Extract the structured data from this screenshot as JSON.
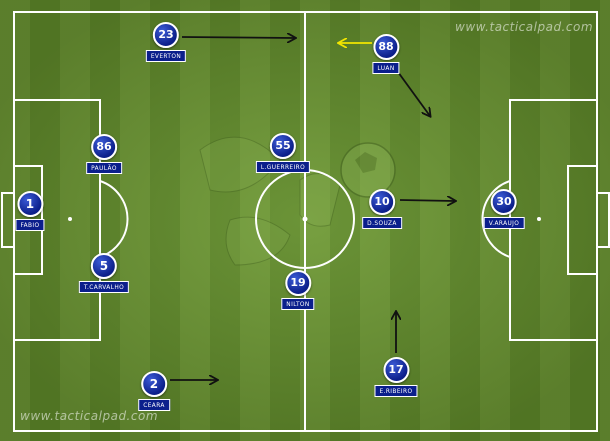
{
  "watermark_top": "www.tacticalpad.com",
  "watermark_bottom": "www.tacticalpad.com",
  "colors": {
    "player_fill": "#0b1f8c",
    "player_border": "#ffffff",
    "arrow_default": "#111111",
    "arrow_highlight": "#f2e600",
    "pitch_light": "#6f9a35",
    "pitch_dark": "#628d2b"
  },
  "players": [
    {
      "number": "1",
      "name": "FABIO"
    },
    {
      "number": "86",
      "name": "PAULÃO"
    },
    {
      "number": "5",
      "name": "T.CARVALHO"
    },
    {
      "number": "2",
      "name": "CEARA"
    },
    {
      "number": "23",
      "name": "EVERTON"
    },
    {
      "number": "55",
      "name": "L.GUERREIRO"
    },
    {
      "number": "19",
      "name": "NILTON"
    },
    {
      "number": "88",
      "name": "LUAN"
    },
    {
      "number": "10",
      "name": "D.SOUZA"
    },
    {
      "number": "17",
      "name": "E.RIBEIRO"
    },
    {
      "number": "30",
      "name": "V.ARAUJO"
    }
  ]
}
